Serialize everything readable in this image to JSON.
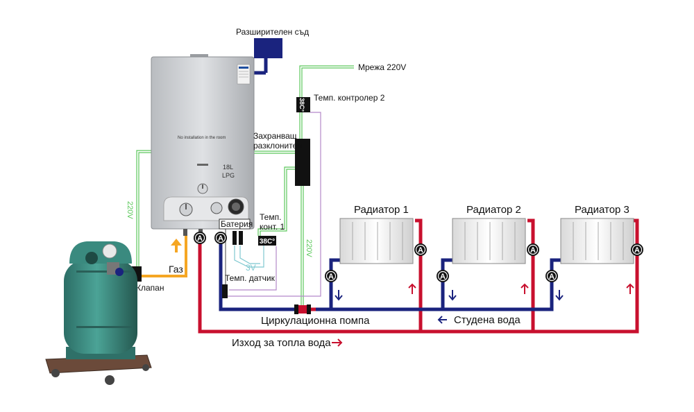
{
  "labels": {
    "expansion_tank": "Разширителен съд",
    "mains": "Мрежа 220V",
    "temp_controller_2": "Темп. контролер 2",
    "controller_2_display": "38C°",
    "power_splitter_line1": "Захранващ",
    "power_splitter_line2": "разклонител",
    "heater_warning": "No installation in the room",
    "heater_model_line1": "18L",
    "heater_model_line2": "LPG",
    "battery": "Батерия",
    "temp_controller_1_line1": "Темп.",
    "temp_controller_1_line2": "конт. 1",
    "controller_1_display": "38C°",
    "voltage_3v": "3V",
    "temp_sensor": "Темп. датчик",
    "gas": "Газ",
    "valve": "Клапан",
    "v220_left": "220V",
    "v220_mid": "220V",
    "circulation_pump": "Циркулационна помпа",
    "cold_water": "Студена вода",
    "hot_water_out": "Изход за топла вода",
    "gauge_letter": "A",
    "radiators": [
      "Радиатор 1",
      "Радиатор 2",
      "Радиатор 3"
    ]
  },
  "colors": {
    "hot_pipe": "#c8102e",
    "cold_pipe": "#1a237e",
    "gas_pipe": "#f5a623",
    "power_line": "#5cc85c",
    "signal_line": "#b388c9",
    "sensor_line": "#7ec8d0",
    "tank": "#1a237e",
    "cylinder": "#3d8f85"
  }
}
